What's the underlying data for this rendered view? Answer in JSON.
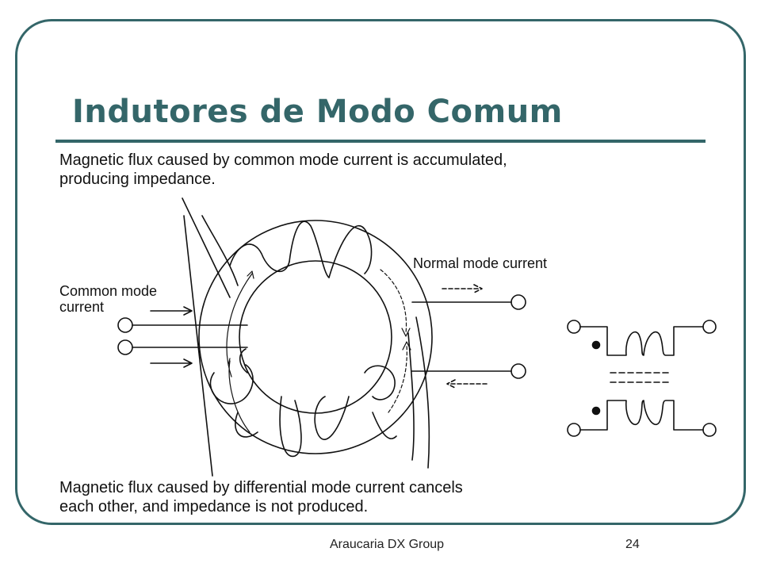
{
  "slide": {
    "title": "Indutores de Modo Comum",
    "caption_top": {
      "line1": "Magnetic flux caused by common mode current is accumulated,",
      "line2": "producing impedance."
    },
    "caption_bottom": {
      "line1": "Magnetic flux caused by differential mode current cancels",
      "line2": "each other, and impedance is not produced."
    },
    "labels": {
      "common_mode": {
        "line1": "Common mode",
        "line2": "current"
      },
      "normal_mode": "Normal mode current"
    },
    "footer": {
      "group": "Araucaria DX Group",
      "page": "24"
    }
  },
  "colors": {
    "accent": "#346669",
    "ink": "#111111"
  }
}
